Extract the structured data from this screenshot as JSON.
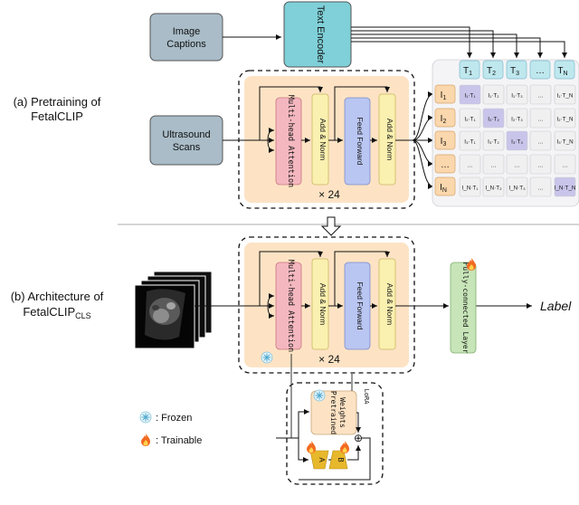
{
  "section_a": {
    "label_line1": "(a) Pretraining of",
    "label_line2": "FetalCLIP",
    "image_captions": [
      "Image",
      "Captions"
    ],
    "text_encoder": "Text Encoder",
    "ultrasound_scans": [
      "Ultrasound",
      "Scans"
    ],
    "mha": "Multi-head Attention",
    "add_norm": "Add & Norm",
    "feed_forward": "Feed Forward",
    "repeat": "× 24",
    "text_tokens": [
      "T",
      "T",
      "T",
      "…",
      "T"
    ],
    "text_subs": [
      "1",
      "2",
      "3",
      "",
      "N"
    ],
    "image_tokens": [
      "I",
      "I",
      "I",
      "…",
      "I"
    ],
    "image_subs": [
      "1",
      "2",
      "3",
      "",
      "N"
    ],
    "matrix": [
      [
        "I₁·T₁",
        "I₁·T₂",
        "I₁·T₃",
        "…",
        "I₁·T_N"
      ],
      [
        "I₂·T₁",
        "I₂·T₂",
        "I₂·T₃",
        "…",
        "I₂·T_N"
      ],
      [
        "I₃·T₁",
        "I₃·T₂",
        "I₃·T₃",
        "…",
        "I₃·T_N"
      ],
      [
        "…",
        "…",
        "…",
        "…",
        "…"
      ],
      [
        "I_N·T₁",
        "I_N·T₂",
        "I_N·T₃",
        "…",
        "I_N·T_N"
      ]
    ]
  },
  "section_b": {
    "label_line1": "(b) Architecture of",
    "label_line2": "FetalCLIP",
    "label_sub": "CLS",
    "mha": "Multi-head Attention",
    "add_norm": "Add & Norm",
    "feed_forward": "Feed Forward",
    "repeat": "× 24",
    "fc_layer": "Fully-connected Layer",
    "output": "Label",
    "lora_title": "LoRA",
    "pretrained_weights": [
      "Pretrained",
      "Weights"
    ],
    "adapter_a": "A",
    "adapter_b": "B",
    "plus": "⊕"
  },
  "legend": {
    "frozen": ": Frozen",
    "trainable": ": Trainable"
  },
  "colors": {
    "encoder_bg": "#fde3c4",
    "teal": "#7fd0d8",
    "slate": "#a9bcc8",
    "mha": "#f4b7bf",
    "add_norm": "#faf0b0",
    "feed_forward": "#b9c6f2",
    "fc_layer": "#c7e5b8",
    "adapter": "#e8b82c",
    "tok_text": "#bfe7ee",
    "tok_img": "#fbd7ad",
    "diag": "#c9c4ea",
    "cell": "#f0f0f0"
  }
}
